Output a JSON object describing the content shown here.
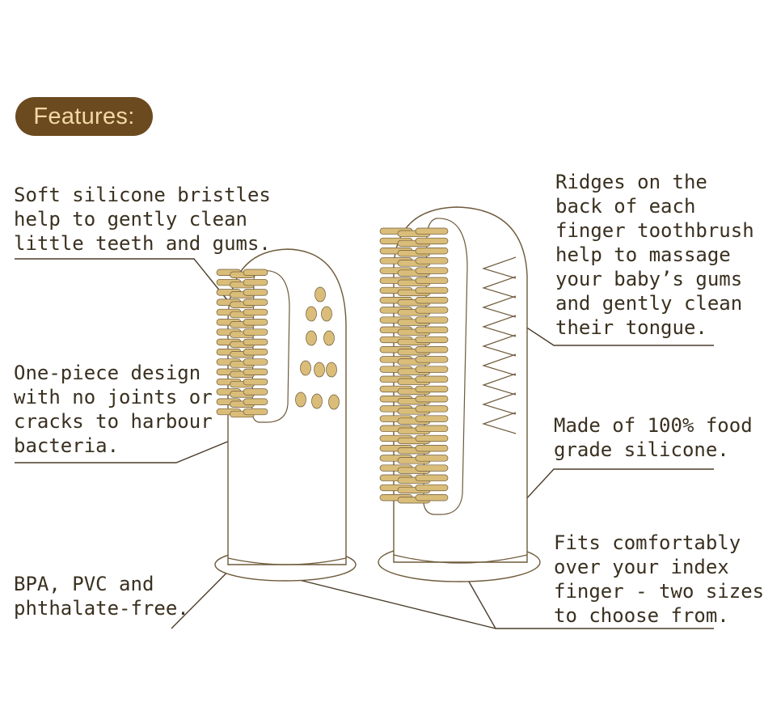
{
  "header": {
    "badge_label": "Features:"
  },
  "features_left": [
    {
      "text": "Soft silicone bristles\nhelp to gently clean\nlittle teeth and gums."
    },
    {
      "text": "One-piece design\nwith no joints or\ncracks to harbour\nbacteria."
    },
    {
      "text": "BPA, PVC and\nphthalate-free."
    }
  ],
  "features_right": [
    {
      "text": "Ridges on the\nback of each\nfinger toothbrush\nhelp to massage\nyour baby’s gums\nand gently clean\ntheir tongue."
    },
    {
      "text": "Made of 100% food\ngrade silicone."
    },
    {
      "text": "Fits comfortably\nover your index\nfinger - two sizes\nto choose from."
    }
  ],
  "colors": {
    "badge_bg": "#6b4a1f",
    "badge_text": "#f3d9a6",
    "bristle": "#d9bd79",
    "outline": "#6e5a3a",
    "text": "#3a3020"
  },
  "icons": [
    "small-finger-toothbrush-icon",
    "large-finger-toothbrush-icon"
  ]
}
